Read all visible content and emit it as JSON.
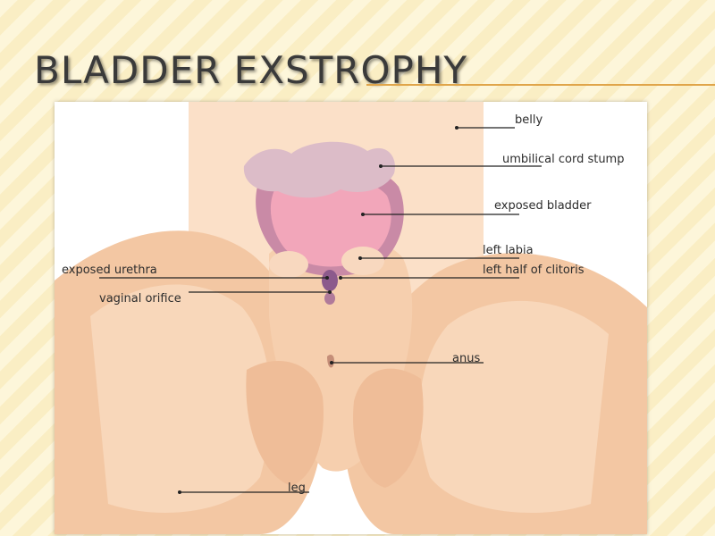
{
  "slide": {
    "title": "Bladder exstrophy"
  },
  "labels": {
    "belly": "belly",
    "umbilical": "umbilical cord stump",
    "bladder": "exposed bladder",
    "left_labia": "left labia",
    "clitoris": "left half of clitoris",
    "urethra": "exposed urethra",
    "vaginal": "vaginal orifice",
    "anus": "anus",
    "leg": "leg"
  },
  "colors": {
    "accent_rule": "#e0a54a",
    "skin_light": "#fbe0c8",
    "skin_mid": "#f2c4a0",
    "skin_dark": "#e8b088",
    "bladder": "#f0a0b4",
    "umbilical": "#d9b8c4"
  }
}
